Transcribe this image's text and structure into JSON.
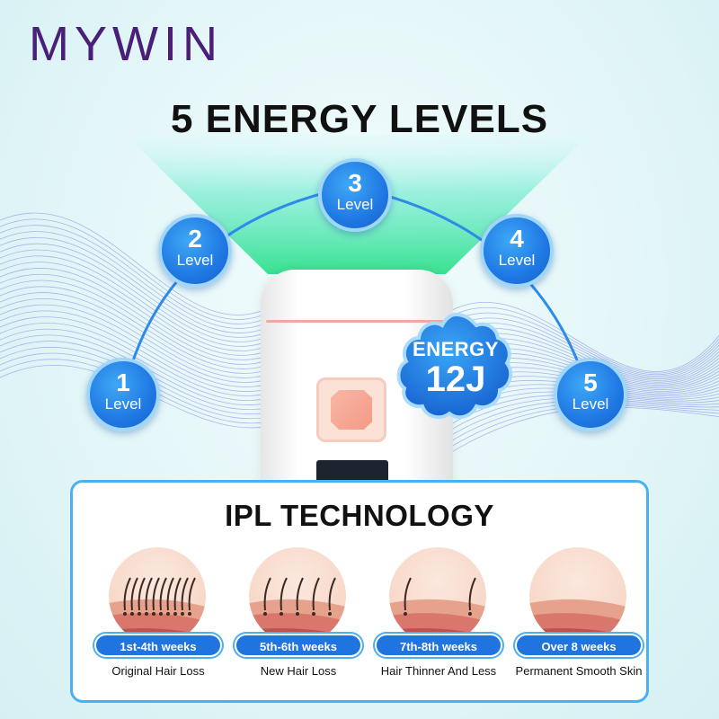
{
  "brand": {
    "name": "MYWIN"
  },
  "headline": "5 ENERGY LEVELS",
  "levels": [
    {
      "number": "1",
      "label": "Level"
    },
    {
      "number": "2",
      "label": "Level"
    },
    {
      "number": "3",
      "label": "Level"
    },
    {
      "number": "4",
      "label": "Level"
    },
    {
      "number": "5",
      "label": "Level"
    }
  ],
  "energy": {
    "label": "ENERGY",
    "value": "12J"
  },
  "ipl": {
    "title": "IPL TECHNOLOGY",
    "stages": [
      {
        "period": "1st-4th weeks",
        "caption": "Original Hair Loss"
      },
      {
        "period": "5th-6th weeks",
        "caption": "New Hair Loss"
      },
      {
        "period": "7th-8th weeks",
        "caption": "Hair Thinner And Less"
      },
      {
        "period": "Over 8 weeks",
        "caption": "Permanent Smooth Skin"
      }
    ]
  },
  "colors": {
    "brand": "#4a1f78",
    "level_blue": "#1f78e3",
    "beam_green": "#45e0a8",
    "card_border": "#4ab0f2"
  }
}
